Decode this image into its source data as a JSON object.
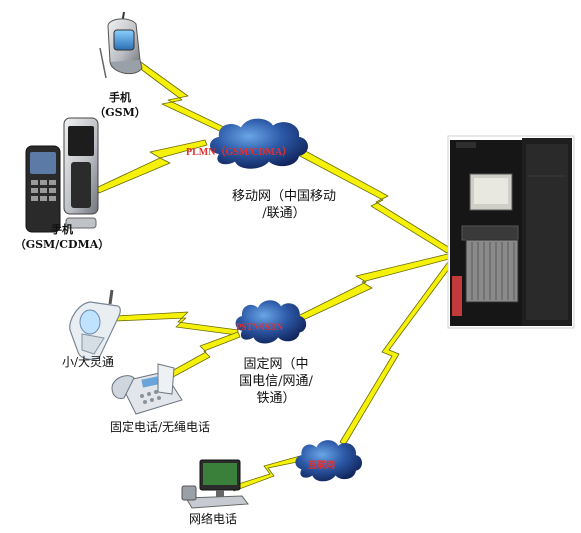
{
  "devices": {
    "gsm_phone": {
      "line1": "手机",
      "line2": "（GSM）"
    },
    "gsm_cdma_phone": {
      "line1": "手机",
      "line2": "（GSM/CDMA）"
    },
    "phs": {
      "label": "小/大灵通"
    },
    "fixed_phone": {
      "label": "固定电话/无绳电话"
    },
    "net_phone": {
      "label": "网络电话"
    }
  },
  "networks": {
    "mobile": {
      "cloud_text": "PLMN（GSM/CDMA）",
      "line1": "移动网（中国移动",
      "line2": "/联通）"
    },
    "fixed": {
      "cloud_text": "PSTN/ISDN",
      "line1": "固定网（中",
      "line2": "国电信/网通/",
      "line3": "铁通）"
    },
    "internet": {
      "cloud_text": "互联网"
    }
  },
  "colors": {
    "lightning": "#f5f10a",
    "lightning_stroke": "#6b6b00",
    "cloud_dark": "#0f1f55",
    "cloud_light": "#4f8ad1",
    "cloud_text": "#e23030",
    "rack": "#141414"
  },
  "icons": [
    "flip-phone-icon",
    "slide-phone-icon",
    "cordless-phone-icon",
    "desk-phone-icon",
    "computer-icon",
    "server-rack-icon",
    "cloud-icon"
  ]
}
